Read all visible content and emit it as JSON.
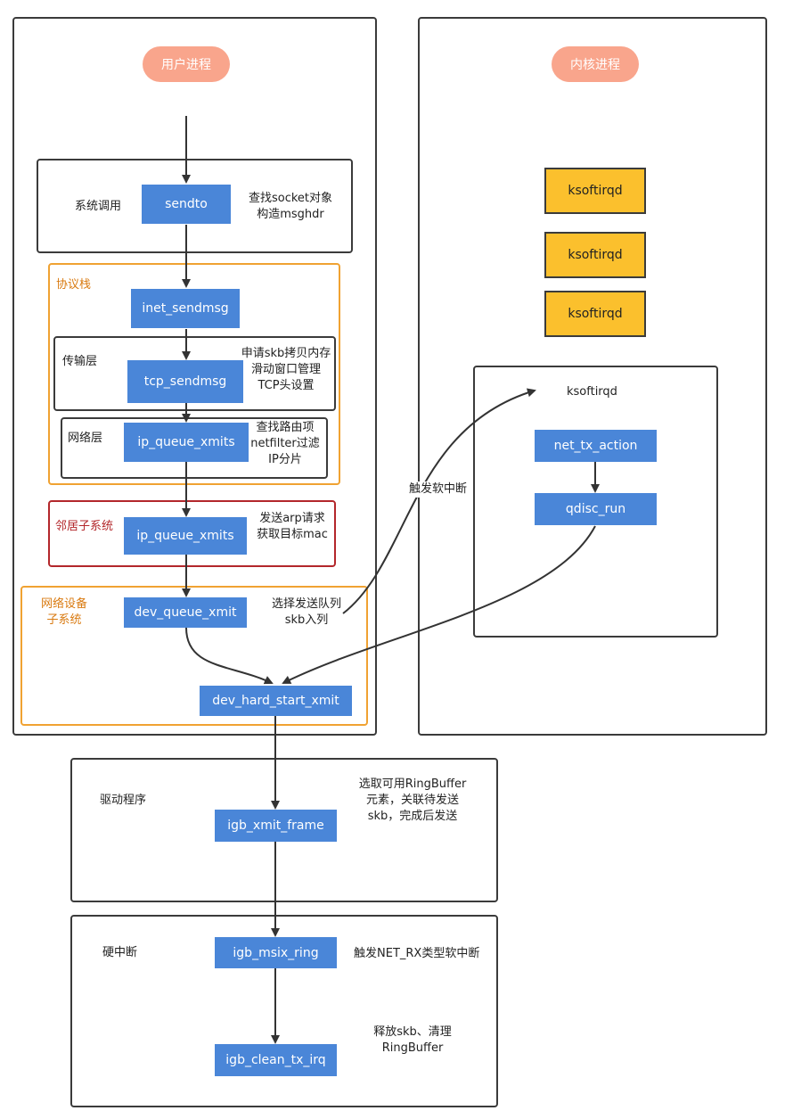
{
  "user_process": {
    "label": "用户进程"
  },
  "kernel_process": {
    "label": "内核进程"
  },
  "syscall": {
    "group_label": "系统调用",
    "node": "sendto",
    "note_lines": [
      "查找socket对象",
      "构造msghdr"
    ]
  },
  "protocol_stack": {
    "group_label": "协议栈",
    "node": "inet_sendmsg",
    "transport": {
      "group_label": "传输层",
      "node": "tcp_sendmsg",
      "note_lines": [
        "申请skb拷贝内存",
        "滑动窗口管理",
        "TCP头设置"
      ]
    },
    "network": {
      "group_label": "网络层",
      "node": "ip_queue_xmits",
      "note_lines": [
        "查找路由项",
        "netfilter过滤",
        "IP分片"
      ]
    }
  },
  "neighbor": {
    "group_label": "邻居子系统",
    "node": "ip_queue_xmits",
    "note_lines": [
      "发送arp请求",
      "获取目标mac"
    ]
  },
  "netdev": {
    "group_label_lines": [
      "网络设备",
      "子系统"
    ],
    "node": "dev_queue_xmit",
    "node2": "dev_hard_start_xmit",
    "note_lines": [
      "选择发送队列",
      "skb入列"
    ]
  },
  "softirq_edge_label": "触发软中断",
  "ksoftirqd": {
    "threads": [
      "ksoftirqd",
      "ksoftirqd",
      "ksoftirqd"
    ],
    "group_label": "ksoftirqd",
    "node1": "net_tx_action",
    "node2": "qdisc_run"
  },
  "driver": {
    "group_label": "驱动程序",
    "node": "igb_xmit_frame",
    "note_lines": [
      "选取可用RingBuffer",
      "元素，关联待发送",
      "skb，完成后发送"
    ]
  },
  "hardirq": {
    "group_label": "硬中断",
    "node1": "igb_msix_ring",
    "note1": "触发NET_RX类型软中断",
    "node2": "igb_clean_tx_irq",
    "note2_lines": [
      "释放skb、清理",
      "RingBuffer"
    ]
  },
  "colors": {
    "node_blue": "#4a86d8",
    "ksoftirqd_yellow": "#fbc02d",
    "pill_salmon": "#f9a58c",
    "orange_border": "#f0a232",
    "red_border": "#b3272b"
  }
}
